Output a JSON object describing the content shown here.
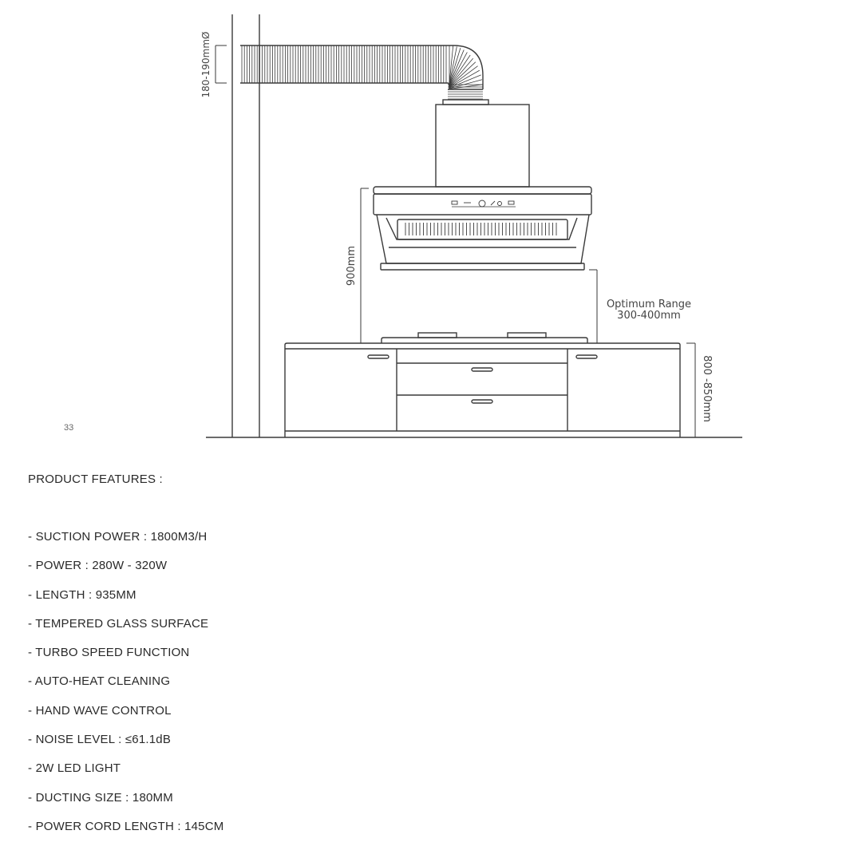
{
  "diagram": {
    "labels": {
      "duct_diameter": "180-190mmØ",
      "hood_height": "900mm",
      "optimum_range_title": "Optimum Range",
      "optimum_range_value": "300-400mm",
      "counter_height": "800 -850mm"
    }
  },
  "page_number": "33",
  "features": {
    "heading": "PRODUCT FEATURES :",
    "items": [
      "- SUCTION POWER : 1800M3/H",
      "- POWER : 280W - 320W",
      "- LENGTH : 935MM",
      "- TEMPERED GLASS SURFACE",
      "- TURBO SPEED FUNCTION",
      "- AUTO-HEAT CLEANING",
      "- HAND WAVE CONTROL",
      "- NOISE LEVEL : ≤61.1dB",
      "- 2W LED LIGHT",
      "- DUCTING SIZE : 180MM",
      "- POWER CORD LENGTH : 145CM"
    ]
  },
  "colors": {
    "line": "#3a3a3a",
    "text": "#2a2a2a"
  }
}
